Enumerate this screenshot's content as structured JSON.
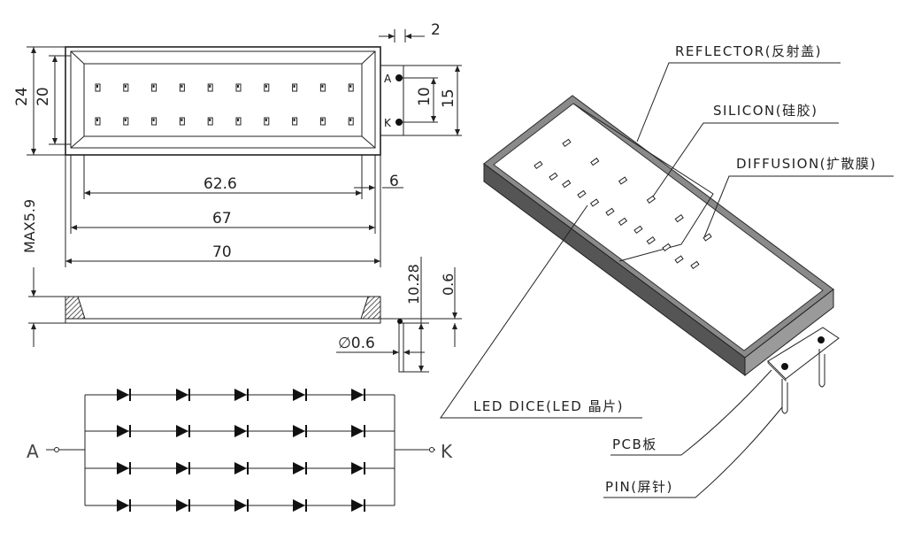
{
  "dimensions": {
    "w2": "2",
    "h24": "24",
    "h20": "20",
    "h10": "10",
    "h15": "15",
    "w626": "62.6",
    "w6": "6",
    "w67": "67",
    "w70": "70",
    "max59": "MAX5.9",
    "h1028": "10.28",
    "h06": "0.6",
    "dia": "∅0.6"
  },
  "pins": {
    "anode": "A",
    "cathode": "K"
  },
  "schematic": {
    "anode": "A",
    "cathode": "K",
    "rows": 4,
    "cols": 5
  },
  "callouts": {
    "reflector": "REFLECTOR(反射盖)",
    "silicon": "SILICON(硅胶)",
    "diffusion": "DIFFUSION(扩散膜)",
    "led_dice": "LED DICE(LED 晶片)",
    "pcb": "PCB板",
    "pin": "PIN(屏针)"
  }
}
